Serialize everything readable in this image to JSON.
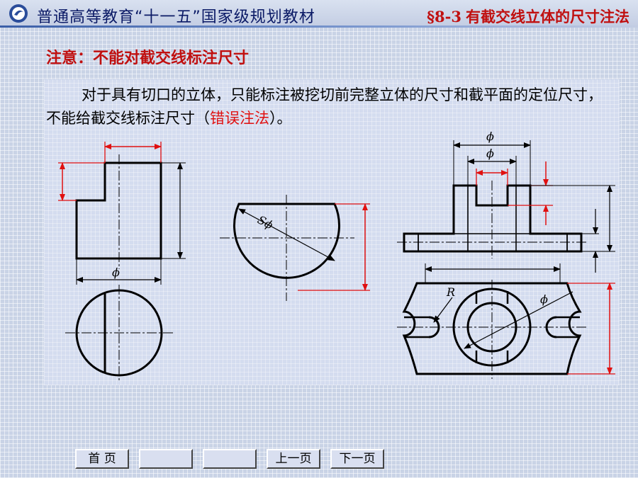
{
  "header": {
    "series_title": "普通高等教育“十一五”国家级规划教材",
    "section_number": "§8-3",
    "section_title": "有截交线立体的尺寸注法"
  },
  "note": {
    "title": "注意：不能对截交线标注尺寸"
  },
  "paragraph": {
    "text_before": "对于具有切口的立体，只能标注被挖切前完整立体的尺寸和截平面的定位尺寸，不能给截交线标注尺寸（",
    "highlight": "错误注法",
    "text_after": "）。"
  },
  "drawing": {
    "diameter_symbol": "ϕ",
    "sphere_label": "Sϕ",
    "radius_label": "R",
    "line_color": "#000000",
    "dimension_color": "#000000",
    "error_color": "#e01010"
  },
  "nav": {
    "home": "首 页",
    "blank1": "",
    "blank2": "",
    "prev": "上一页",
    "next": "下一页"
  }
}
